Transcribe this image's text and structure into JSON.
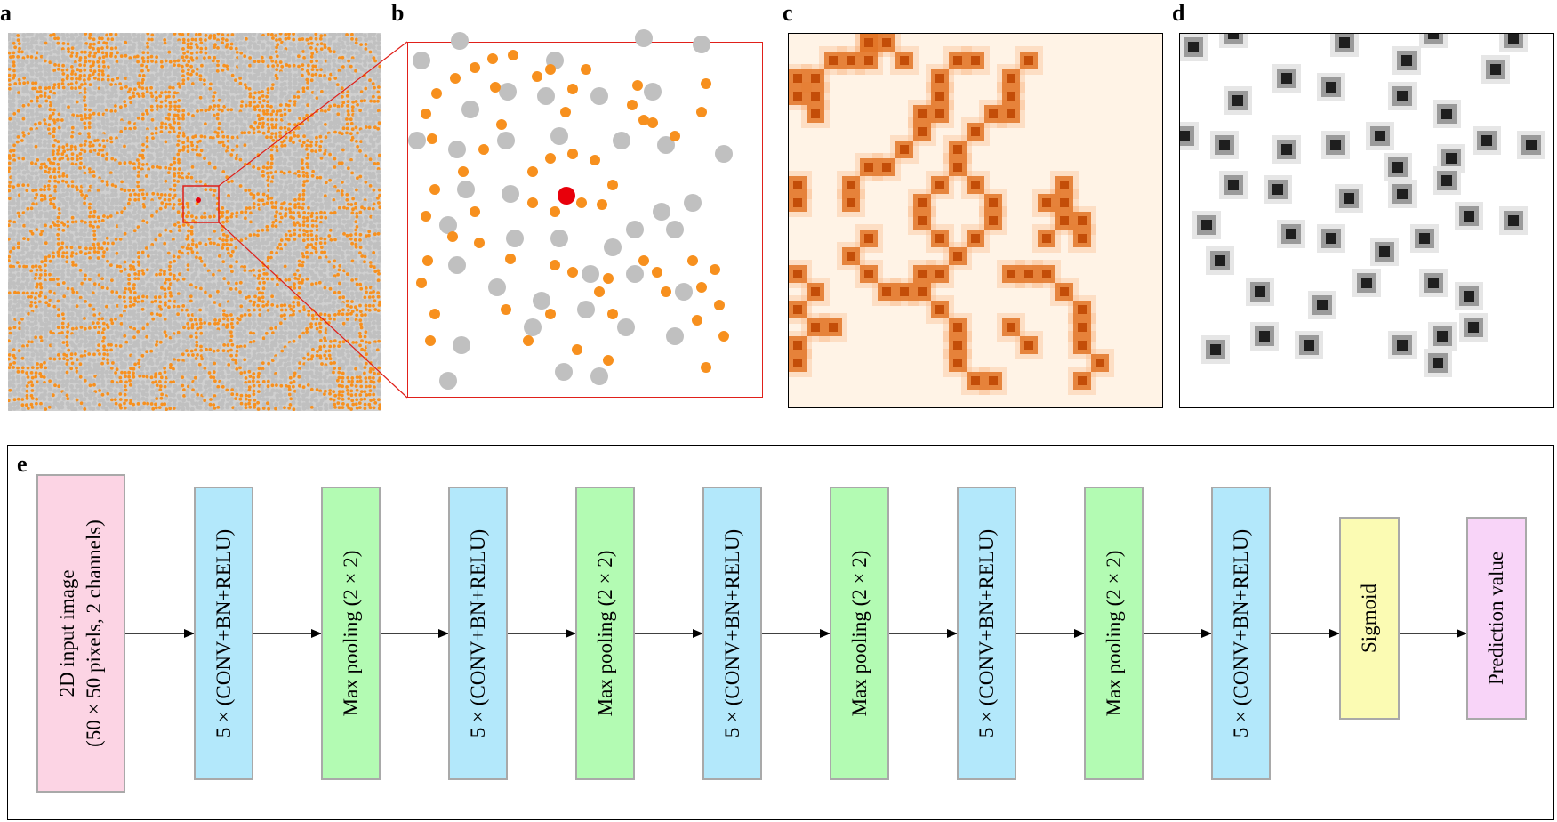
{
  "panel_letters": {
    "a": "a",
    "b": "b",
    "c": "c",
    "d": "d",
    "e": "e"
  },
  "colors": {
    "orange_particle": "#f7901e",
    "gray_particle": "#c0c0c0",
    "highlight_particle": "#e8000b",
    "zoom_frame": "#e0201a",
    "orange_channel_dark": "#c34d08",
    "orange_channel_bg": "#fff3e6",
    "gray_channel_dark": "#1e1e1e",
    "input_block": "#fcd4e4",
    "conv_block": "#b3e8fb",
    "pool_block": "#b3fbb3",
    "sigmoid_block": "#fbfbb3",
    "prediction_block": "#f8d4f8",
    "block_border": "#a9a9a9"
  },
  "network": {
    "input": {
      "line1": "2D input image",
      "line2": "(50 × 50 pixels, 2 channels)"
    },
    "blocks": [
      {
        "type": "conv",
        "label": "5 × (CONV+BN+RELU)"
      },
      {
        "type": "pool",
        "label": "Max pooling (2 × 2)"
      },
      {
        "type": "conv",
        "label": "5 × (CONV+BN+RELU)"
      },
      {
        "type": "pool",
        "label": "Max pooling (2 × 2)"
      },
      {
        "type": "conv",
        "label": "5 × (CONV+BN+RELU)"
      },
      {
        "type": "pool",
        "label": "Max pooling (2 × 2)"
      },
      {
        "type": "conv",
        "label": "5 × (CONV+BN+RELU)"
      },
      {
        "type": "pool",
        "label": "Max pooling (2 × 2)"
      },
      {
        "type": "conv",
        "label": "5 × (CONV+BN+RELU)"
      },
      {
        "type": "sigmoid",
        "label": "Sigmoid"
      },
      {
        "type": "prediction",
        "label": "Prediction value"
      }
    ]
  }
}
